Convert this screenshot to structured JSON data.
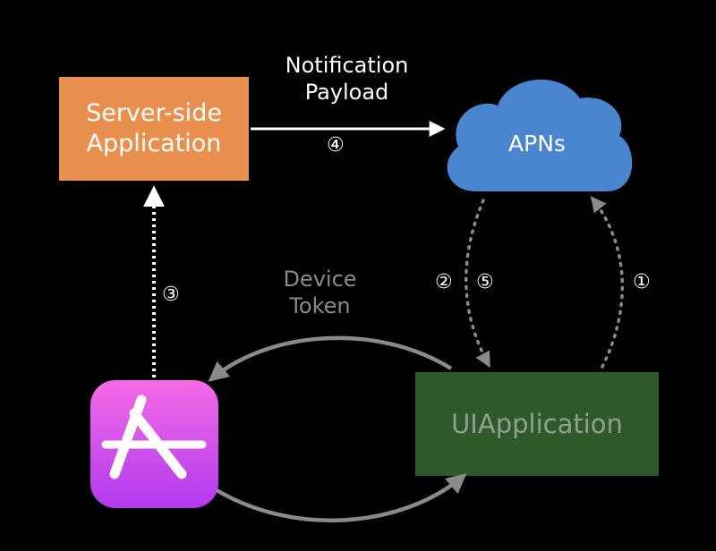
{
  "nodes": {
    "server": {
      "label": "Server-side\nApplication",
      "color": "#E9904E"
    },
    "apns": {
      "label": "APNs",
      "color": "#4A86D0"
    },
    "uiapplication": {
      "label": "UIApplication",
      "color": "#2E5A2B"
    },
    "app_icon": {
      "icon": "app-store-icon",
      "gradient_top": "#F56BE6",
      "gradient_bottom": "#B23AEE"
    }
  },
  "edges": {
    "notification_payload": "Notification\nPayload",
    "device_token": "Device\nToken"
  },
  "steps": {
    "s1": "①",
    "s2": "②",
    "s3": "③",
    "s4": "④",
    "s5": "⑤"
  }
}
